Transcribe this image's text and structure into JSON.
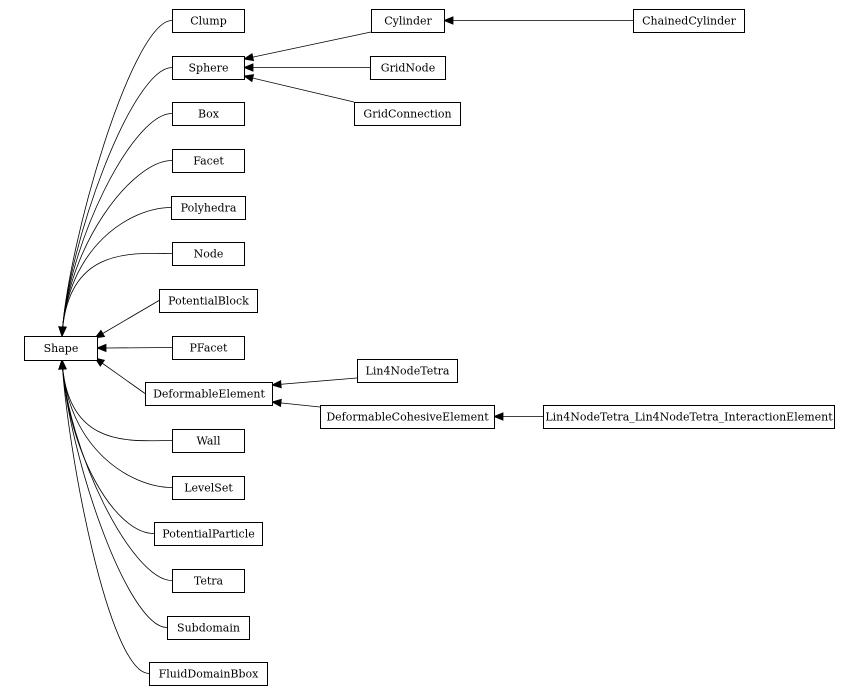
{
  "diagram": {
    "type": "inheritance-graph",
    "nodes": [
      {
        "id": "Shape",
        "label": "Shape"
      },
      {
        "id": "Clump",
        "label": "Clump"
      },
      {
        "id": "Sphere",
        "label": "Sphere"
      },
      {
        "id": "Box",
        "label": "Box"
      },
      {
        "id": "Facet",
        "label": "Facet"
      },
      {
        "id": "Polyhedra",
        "label": "Polyhedra"
      },
      {
        "id": "Node",
        "label": "Node"
      },
      {
        "id": "PotentialBlock",
        "label": "PotentialBlock"
      },
      {
        "id": "PFacet",
        "label": "PFacet"
      },
      {
        "id": "DeformableElement",
        "label": "DeformableElement"
      },
      {
        "id": "Wall",
        "label": "Wall"
      },
      {
        "id": "LevelSet",
        "label": "LevelSet"
      },
      {
        "id": "PotentialParticle",
        "label": "PotentialParticle"
      },
      {
        "id": "Tetra",
        "label": "Tetra"
      },
      {
        "id": "Subdomain",
        "label": "Subdomain"
      },
      {
        "id": "FluidDomainBbox",
        "label": "FluidDomainBbox"
      },
      {
        "id": "Cylinder",
        "label": "Cylinder"
      },
      {
        "id": "GridNode",
        "label": "GridNode"
      },
      {
        "id": "GridConnection",
        "label": "GridConnection"
      },
      {
        "id": "ChainedCylinder",
        "label": "ChainedCylinder"
      },
      {
        "id": "Lin4NodeTetra",
        "label": "Lin4NodeTetra"
      },
      {
        "id": "DeformableCohesiveElement",
        "label": "DeformableCohesiveElement"
      },
      {
        "id": "Lin4NodeTetra_Lin4NodeTetra_InteractionElement",
        "label": "Lin4NodeTetra_Lin4NodeTetra_InteractionElement"
      }
    ],
    "edges": [
      {
        "from": "Clump",
        "to": "Shape"
      },
      {
        "from": "Sphere",
        "to": "Shape"
      },
      {
        "from": "Box",
        "to": "Shape"
      },
      {
        "from": "Facet",
        "to": "Shape"
      },
      {
        "from": "Polyhedra",
        "to": "Shape"
      },
      {
        "from": "Node",
        "to": "Shape"
      },
      {
        "from": "PotentialBlock",
        "to": "Shape"
      },
      {
        "from": "PFacet",
        "to": "Shape"
      },
      {
        "from": "DeformableElement",
        "to": "Shape"
      },
      {
        "from": "Wall",
        "to": "Shape"
      },
      {
        "from": "LevelSet",
        "to": "Shape"
      },
      {
        "from": "PotentialParticle",
        "to": "Shape"
      },
      {
        "from": "Tetra",
        "to": "Shape"
      },
      {
        "from": "Subdomain",
        "to": "Shape"
      },
      {
        "from": "FluidDomainBbox",
        "to": "Shape"
      },
      {
        "from": "Cylinder",
        "to": "Sphere"
      },
      {
        "from": "GridNode",
        "to": "Sphere"
      },
      {
        "from": "GridConnection",
        "to": "Sphere"
      },
      {
        "from": "ChainedCylinder",
        "to": "Cylinder"
      },
      {
        "from": "Lin4NodeTetra",
        "to": "DeformableElement"
      },
      {
        "from": "DeformableCohesiveElement",
        "to": "DeformableElement"
      },
      {
        "from": "Lin4NodeTetra_Lin4NodeTetra_InteractionElement",
        "to": "DeformableCohesiveElement"
      }
    ]
  }
}
